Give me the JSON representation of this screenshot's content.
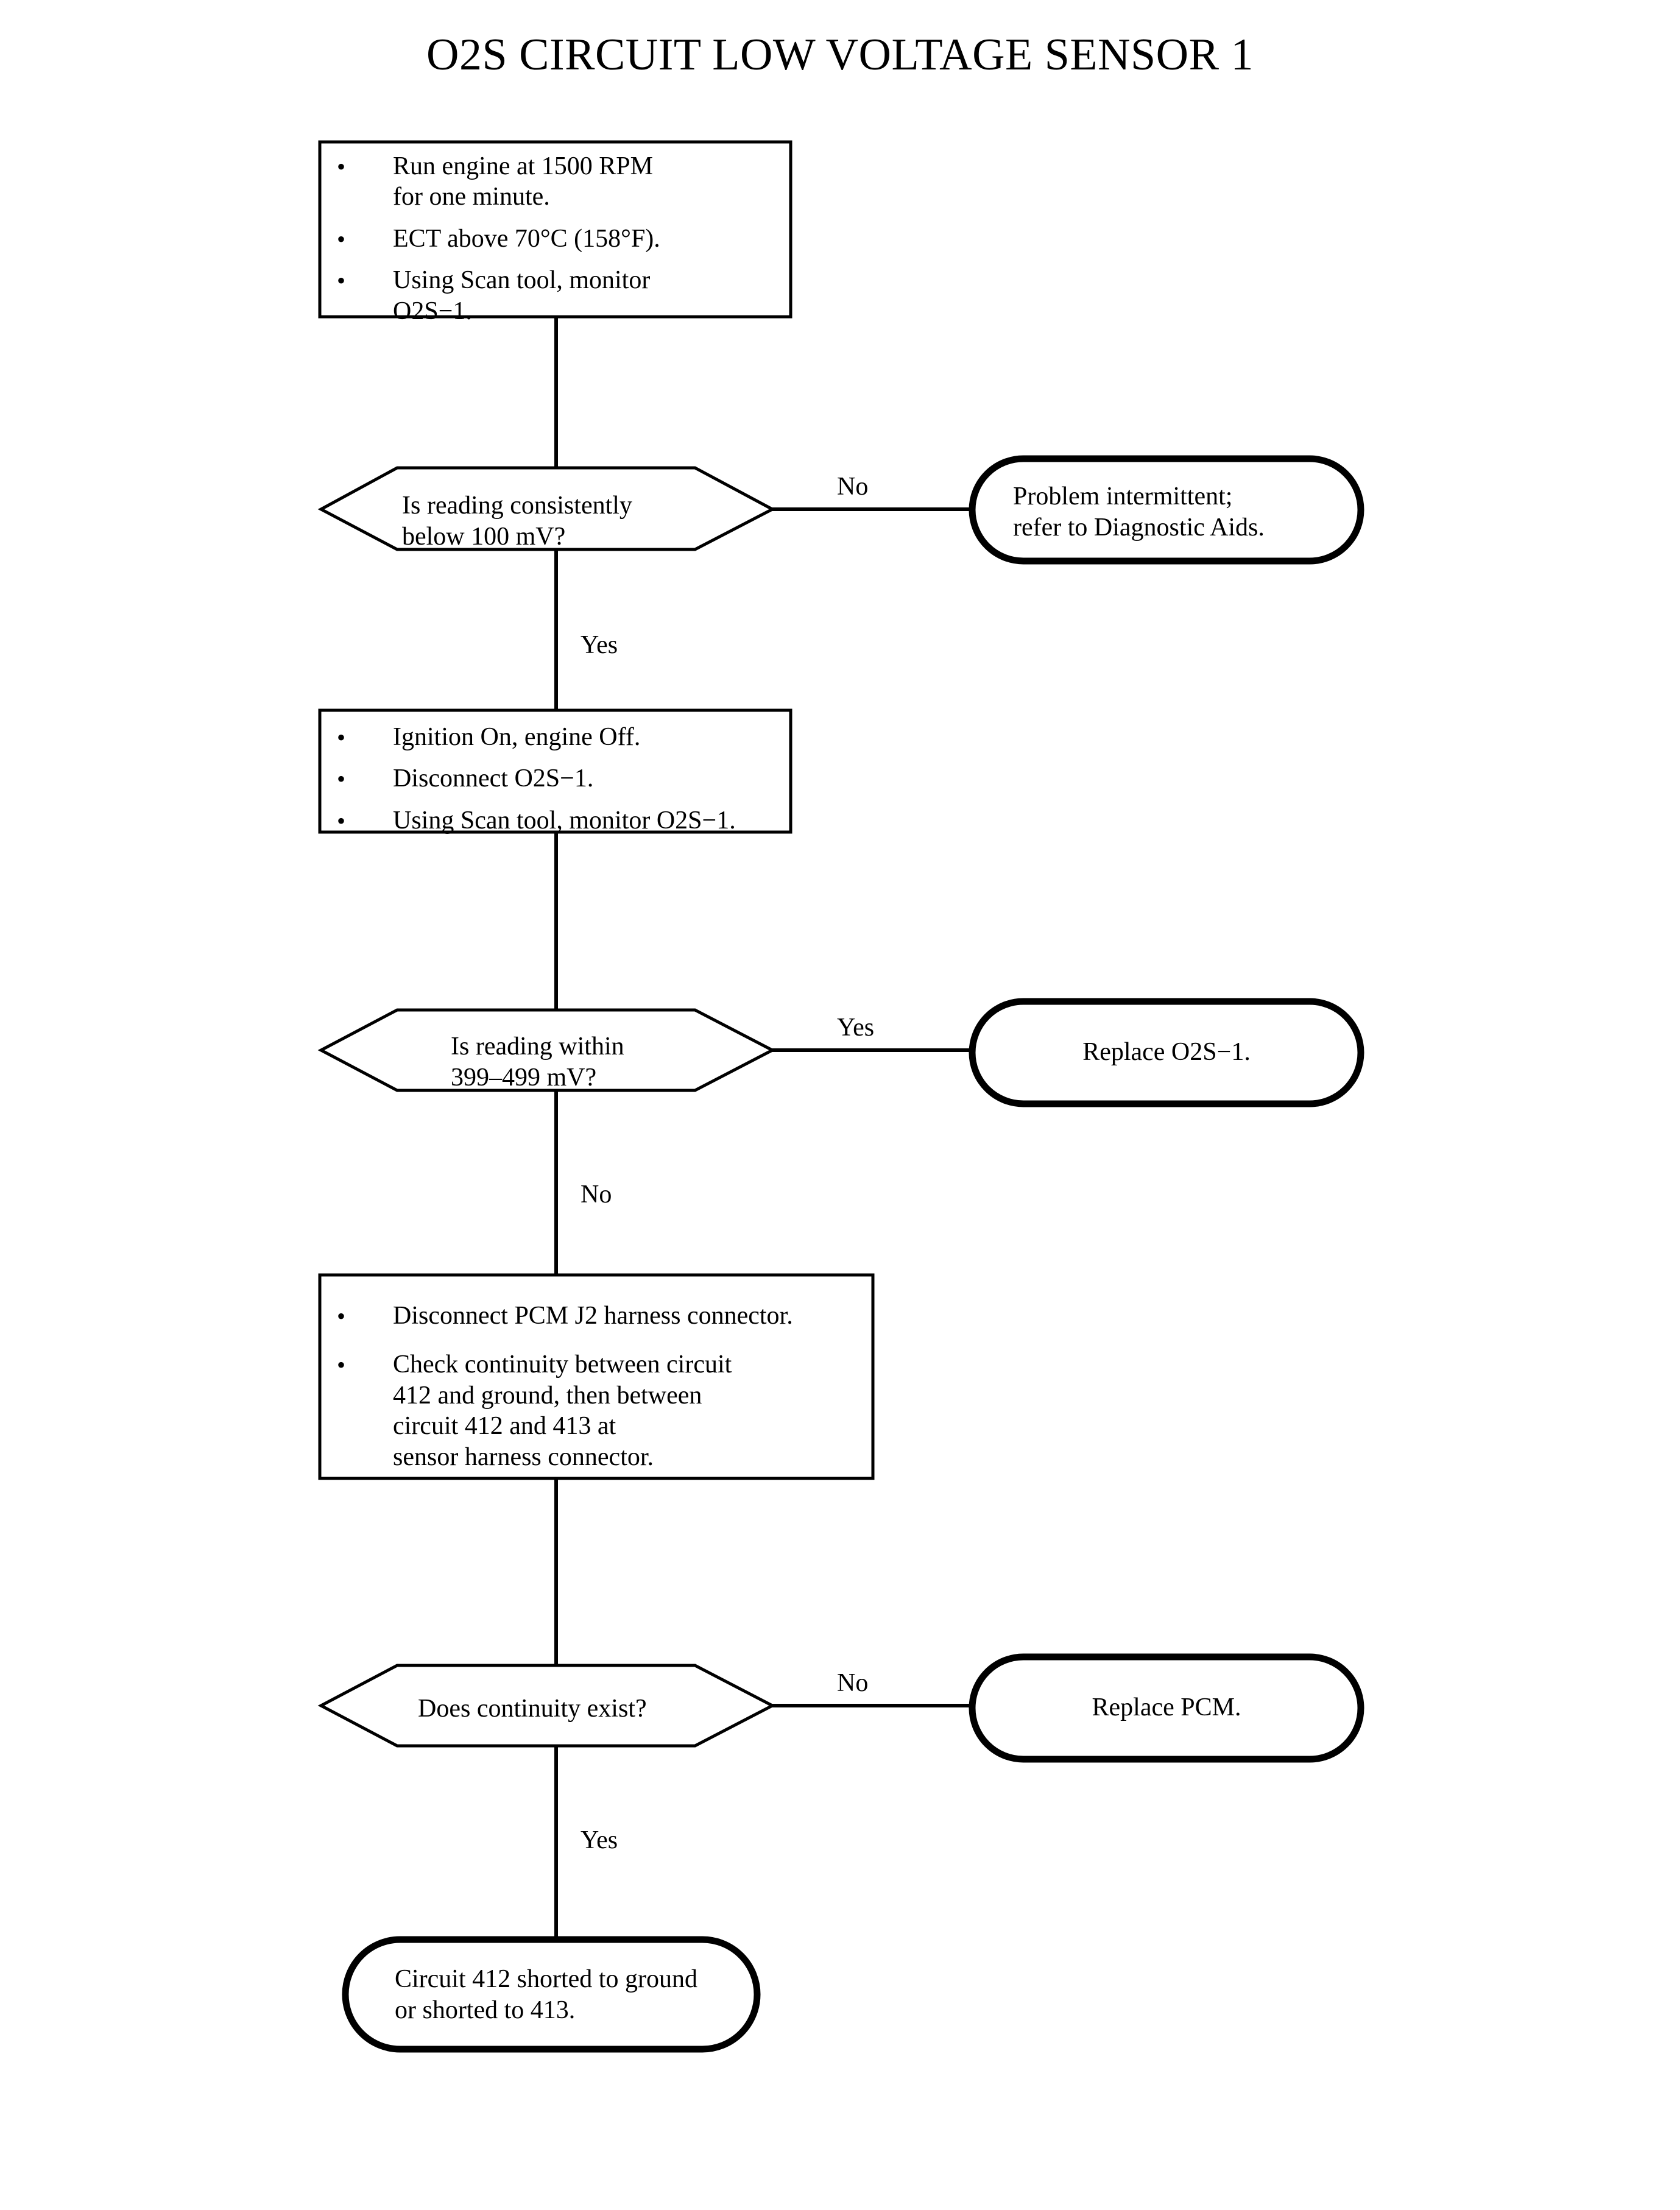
{
  "page": {
    "title": "O2S CIRCUIT LOW VOLTAGE SENSOR 1",
    "background_color": "#ffffff",
    "ink_color": "#000000"
  },
  "flowchart": {
    "type": "diagnostic-flowchart",
    "nodes": [
      {
        "id": "step1",
        "shape": "process",
        "bullets": [
          "Run engine at 1500 RPM\nfor one minute.",
          "ECT above 70°C (158°F).",
          "Using Scan tool, monitor\nO2S−1."
        ]
      },
      {
        "id": "decision1",
        "shape": "decision-hexagon",
        "text": "Is reading consistently\nbelow 100 mV?"
      },
      {
        "id": "result1",
        "shape": "terminal-stadium",
        "text": "Problem intermittent;\nrefer to Diagnostic Aids."
      },
      {
        "id": "step2",
        "shape": "process",
        "bullets": [
          "Ignition On, engine Off.",
          "Disconnect O2S−1.",
          "Using Scan tool, monitor O2S−1."
        ]
      },
      {
        "id": "decision2",
        "shape": "decision-hexagon",
        "text": "Is reading within\n399–499 mV?"
      },
      {
        "id": "result2",
        "shape": "terminal-stadium",
        "text": "Replace O2S−1."
      },
      {
        "id": "step3",
        "shape": "process",
        "bullets": [
          "Disconnect PCM J2 harness connector.",
          "Check continuity between circuit\n412 and ground, then between\ncircuit 412 and 413 at\nsensor harness connector."
        ]
      },
      {
        "id": "decision3",
        "shape": "decision-hexagon",
        "text": "Does continuity exist?"
      },
      {
        "id": "result3",
        "shape": "terminal-stadium",
        "text": "Replace PCM."
      },
      {
        "id": "result4",
        "shape": "terminal-stadium",
        "text": "Circuit 412 shorted to ground\nor shorted to 413."
      }
    ],
    "branch_labels": {
      "decision1_right": "No",
      "decision1_down": "Yes",
      "decision2_right": "Yes",
      "decision2_down": "No",
      "decision3_right": "No",
      "decision3_down": "Yes"
    }
  }
}
